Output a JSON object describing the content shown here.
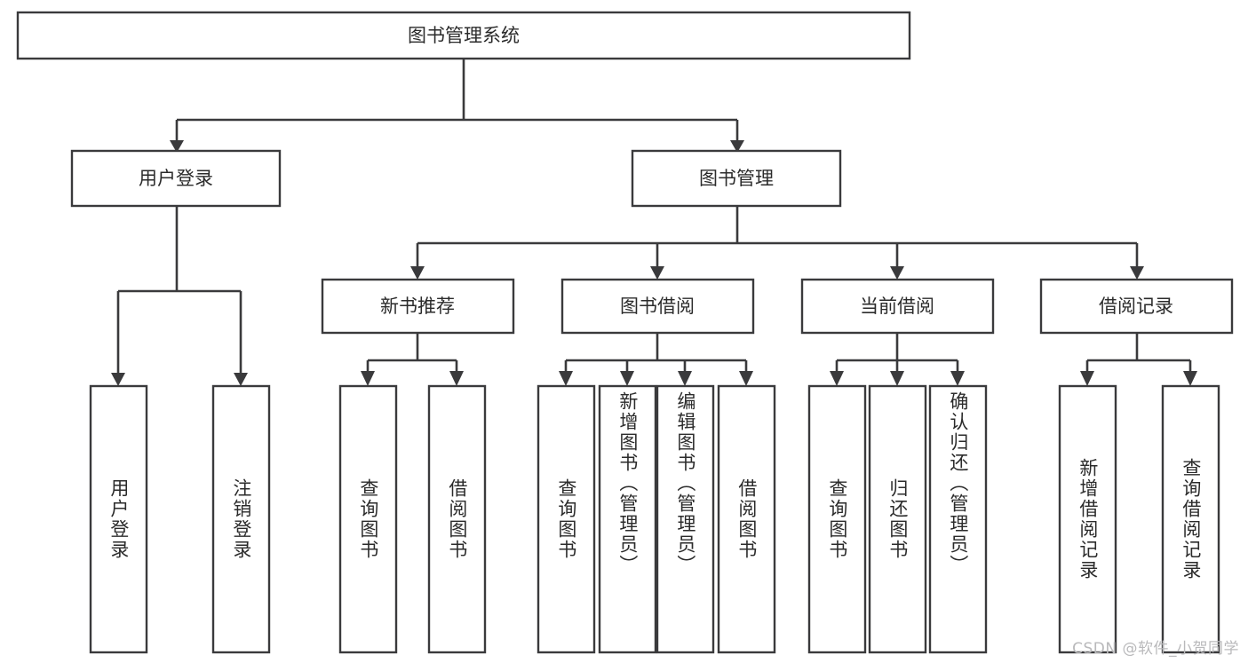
{
  "diagram": {
    "type": "tree-hierarchy",
    "title": "图书管理系统",
    "watermark": "CSDN @软件_小贺同学",
    "colors": {
      "stroke": "#3a3a3c",
      "fill": "#ffffff",
      "text": "#2b2b2b",
      "watermark": "#b9b9bb",
      "background": "#ffffff"
    },
    "root": {
      "label": "图书管理系统"
    },
    "level2": [
      {
        "label": "用户登录"
      },
      {
        "label": "图书管理"
      }
    ],
    "level3": [
      {
        "label": "新书推荐"
      },
      {
        "label": "图书借阅"
      },
      {
        "label": "当前借阅"
      },
      {
        "label": "借阅记录"
      }
    ],
    "leaves": {
      "user_login": [
        {
          "label": "用户登录"
        },
        {
          "label": "注销登录"
        }
      ],
      "new_book_recommend": [
        {
          "label": "查询图书"
        },
        {
          "label": "借阅图书"
        }
      ],
      "book_borrow": [
        {
          "label": "查询图书"
        },
        {
          "label": "新增图书（管理员）"
        },
        {
          "label": "编辑图书（管理员）"
        },
        {
          "label": "借阅图书"
        }
      ],
      "current_borrow": [
        {
          "label": "查询图书"
        },
        {
          "label": "归还图书"
        },
        {
          "label": "确认归还（管理员）"
        }
      ],
      "borrow_record": [
        {
          "label": "新增借阅记录"
        },
        {
          "label": "查询借阅记录"
        }
      ]
    }
  }
}
